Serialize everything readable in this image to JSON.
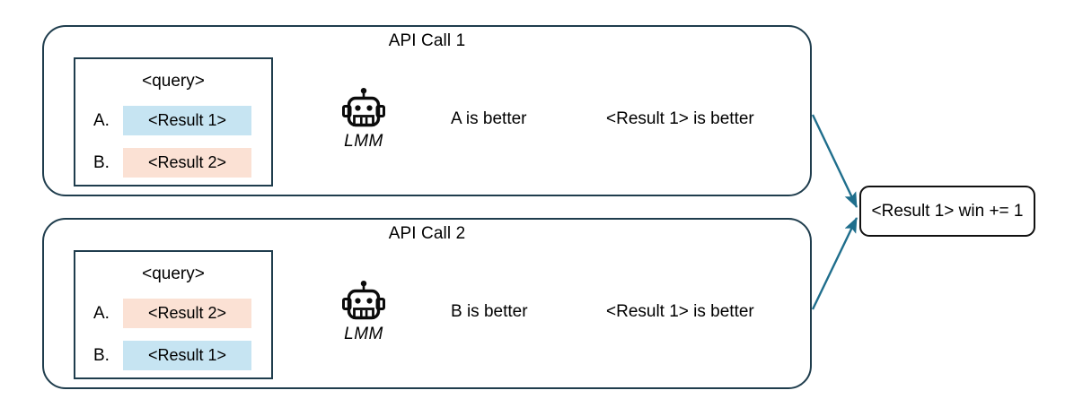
{
  "figure": {
    "type": "flow-diagram",
    "background": "#ffffff",
    "colors": {
      "panel_border": "#1f3d4d",
      "arrow": "#1f6e8c",
      "result_border": "#111111",
      "chip_blue": "#c6e4f2",
      "chip_peach": "#fbe1d4"
    }
  },
  "panels": [
    {
      "title": "API Call 1",
      "query": {
        "title": "<query>",
        "options": [
          {
            "letter": "A.",
            "text": "<Result 1>",
            "color": "#c6e4f2"
          },
          {
            "letter": "B.",
            "text": "<Result 2>",
            "color": "#fbe1d4"
          }
        ]
      },
      "model": {
        "icon": "robot-icon",
        "label": "LMM"
      },
      "verdict_raw": "A is better",
      "verdict_resolved": "<Result 1> is better"
    },
    {
      "title": "API Call 2",
      "query": {
        "title": "<query>",
        "options": [
          {
            "letter": "A.",
            "text": "<Result 2>",
            "color": "#fbe1d4"
          },
          {
            "letter": "B.",
            "text": "<Result 1>",
            "color": "#c6e4f2"
          }
        ]
      },
      "model": {
        "icon": "robot-icon",
        "label": "LMM"
      },
      "verdict_raw": "B is better",
      "verdict_resolved": "<Result 1> is better"
    }
  ],
  "result": {
    "label": "<Result 1> win += 1"
  }
}
